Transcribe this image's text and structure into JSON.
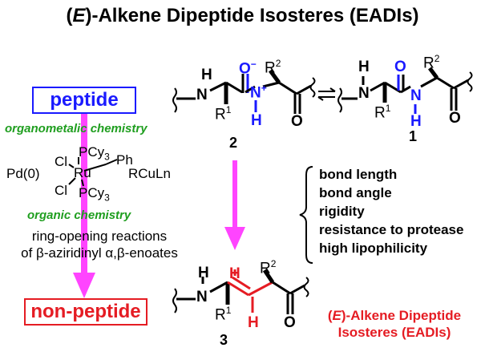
{
  "title": {
    "prefix": "(",
    "italic": "E",
    "suffix": ")-Alkene Dipeptide Isosteres (EADIs)"
  },
  "boxes": {
    "peptide": "peptide",
    "nonpeptide": "non-peptide"
  },
  "methods": {
    "organometalic": "organometalic chemistry",
    "organic": "organic chemistry",
    "ring_opening_line1": "ring-opening reactions",
    "ring_opening_line2": "of β-aziridinyl α,β-enoates"
  },
  "reagents": {
    "pd": "Pd(0)",
    "rcu": "RCuLn",
    "cl": "Cl",
    "ru": "Ru",
    "pcy": "PCy",
    "pcy_sub": "3",
    "ph": "Ph"
  },
  "compounds": {
    "num1": "1",
    "num2": "2",
    "num3": "3"
  },
  "atoms": {
    "H": "H",
    "N": "N",
    "O": "O",
    "R": "R",
    "sup1": "1",
    "sup2": "2",
    "minus": "−",
    "plus": "+"
  },
  "properties": [
    "bond length",
    "bond angle",
    "rigidity",
    "resistance to protease",
    "high lipophilicity"
  ],
  "eadi_label": {
    "line1_prefix": "(",
    "line1_italic": "E",
    "line1_suffix": ")-Alkene Dipeptide",
    "line2": "Isosteres (EADIs)"
  },
  "colors": {
    "blue": "#1a1aff",
    "red": "#e51c23",
    "green": "#1f9e1f",
    "magenta": "#ff33ff"
  }
}
